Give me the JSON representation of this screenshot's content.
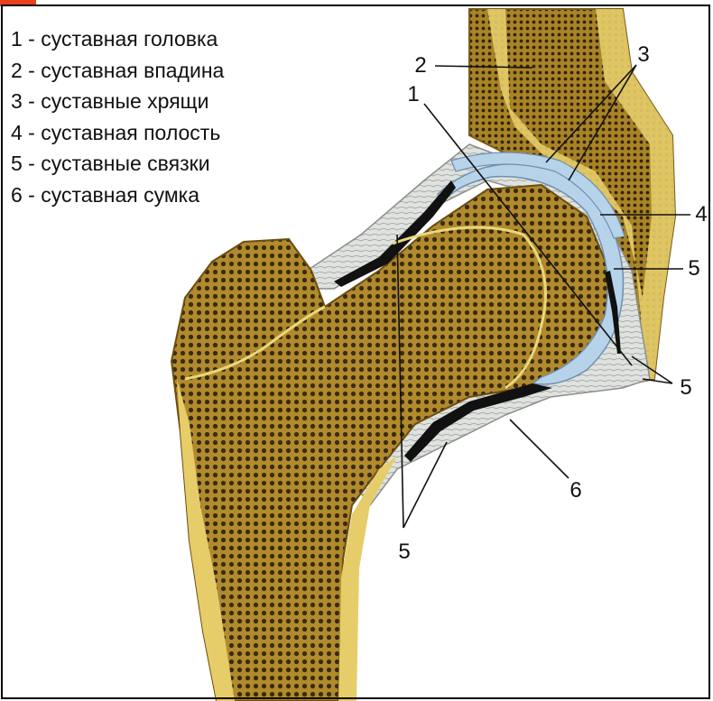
{
  "legend": [
    "1 - суставная головка",
    "2 - суставная впадина",
    "3 - суставные хрящи",
    "4 - суставная полость",
    "5 - суставные связки",
    "6 - суставная сумка"
  ],
  "callouts": {
    "c1": "1",
    "c2": "2",
    "c3": "3",
    "c4": "4",
    "c5a": "5",
    "c5b": "5",
    "c5c": "5",
    "c6": "6"
  },
  "colors": {
    "bone_spongy": "#a8852c",
    "bone_cortex": "#e6cd6a",
    "cartilage": "#b7d3ea",
    "ligament": "#d8dcd8",
    "cavity": "#111111",
    "accent": "#e8401c"
  }
}
